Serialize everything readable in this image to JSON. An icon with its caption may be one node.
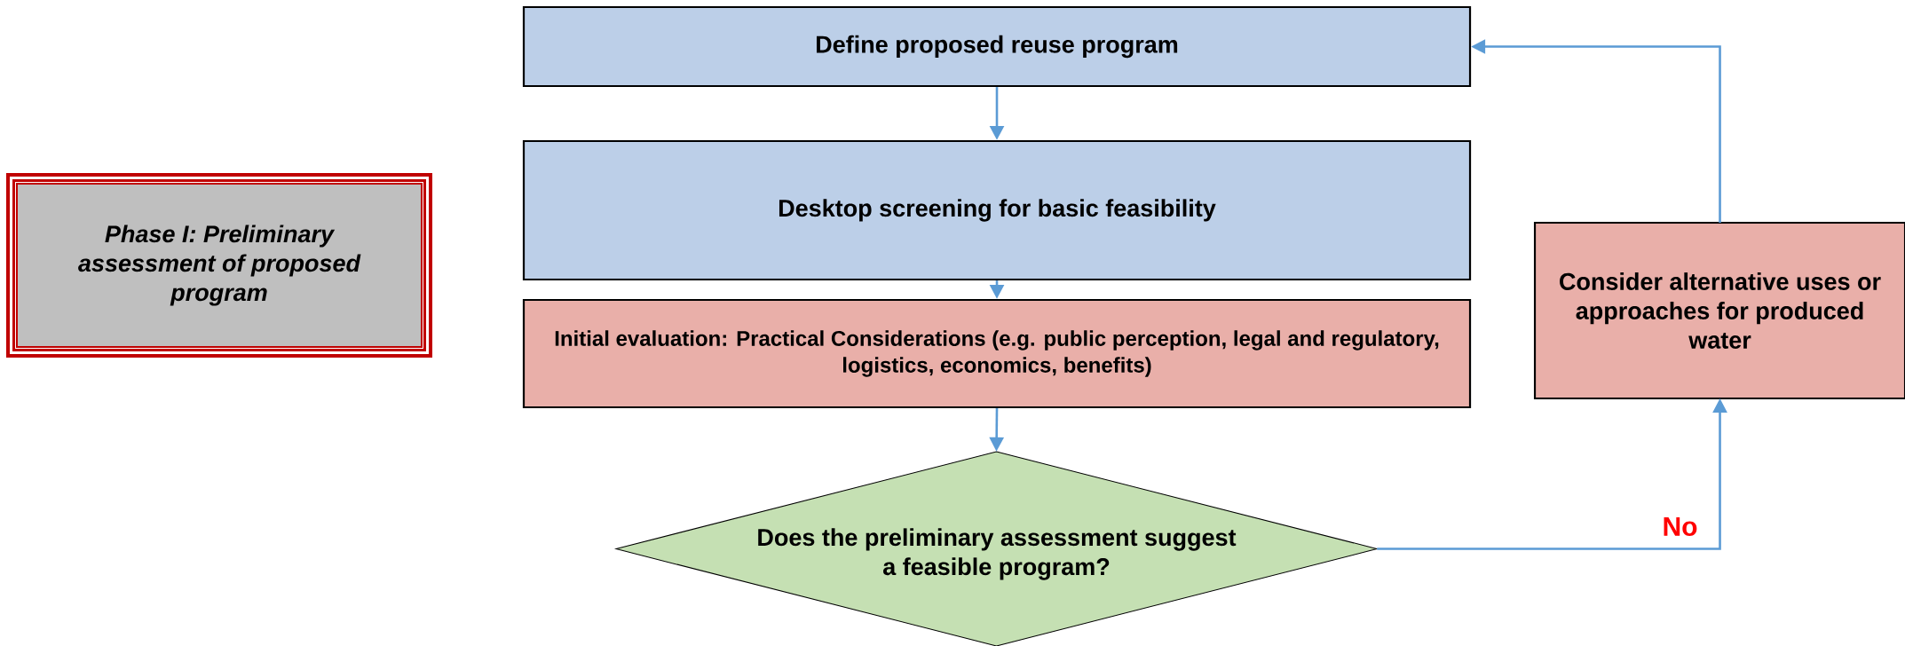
{
  "diagram": {
    "nodes": [
      {
        "text": [
          "Define proposed reuse program"
        ]
      },
      {
        "text": [
          "Desktop screening for basic feasibility"
        ]
      },
      {
        "text": [
          "Initial evaluation: Practical Considerations (e.g. public perception, legal and regulatory, logistics, economics, benefits)"
        ]
      },
      {
        "text": [
          "Does the preliminary assessment suggest a feasible program?"
        ]
      },
      {
        "text": [
          "Consider alternative uses or approaches for produced water"
        ]
      },
      {
        "text": [
          "Phase I: Preliminary assessment of proposed program"
        ]
      }
    ],
    "edges": [
      {
        "from": 0,
        "to": 1,
        "arrow": "to"
      },
      {
        "from": 1,
        "to": 2,
        "arrow": "to"
      },
      {
        "from": 2,
        "to": 3,
        "arrow": "to"
      },
      {
        "from": 3,
        "to": 4,
        "arrow": "to",
        "label": "No"
      },
      {
        "from": 4,
        "to": 0,
        "arrow": "to"
      }
    ]
  }
}
